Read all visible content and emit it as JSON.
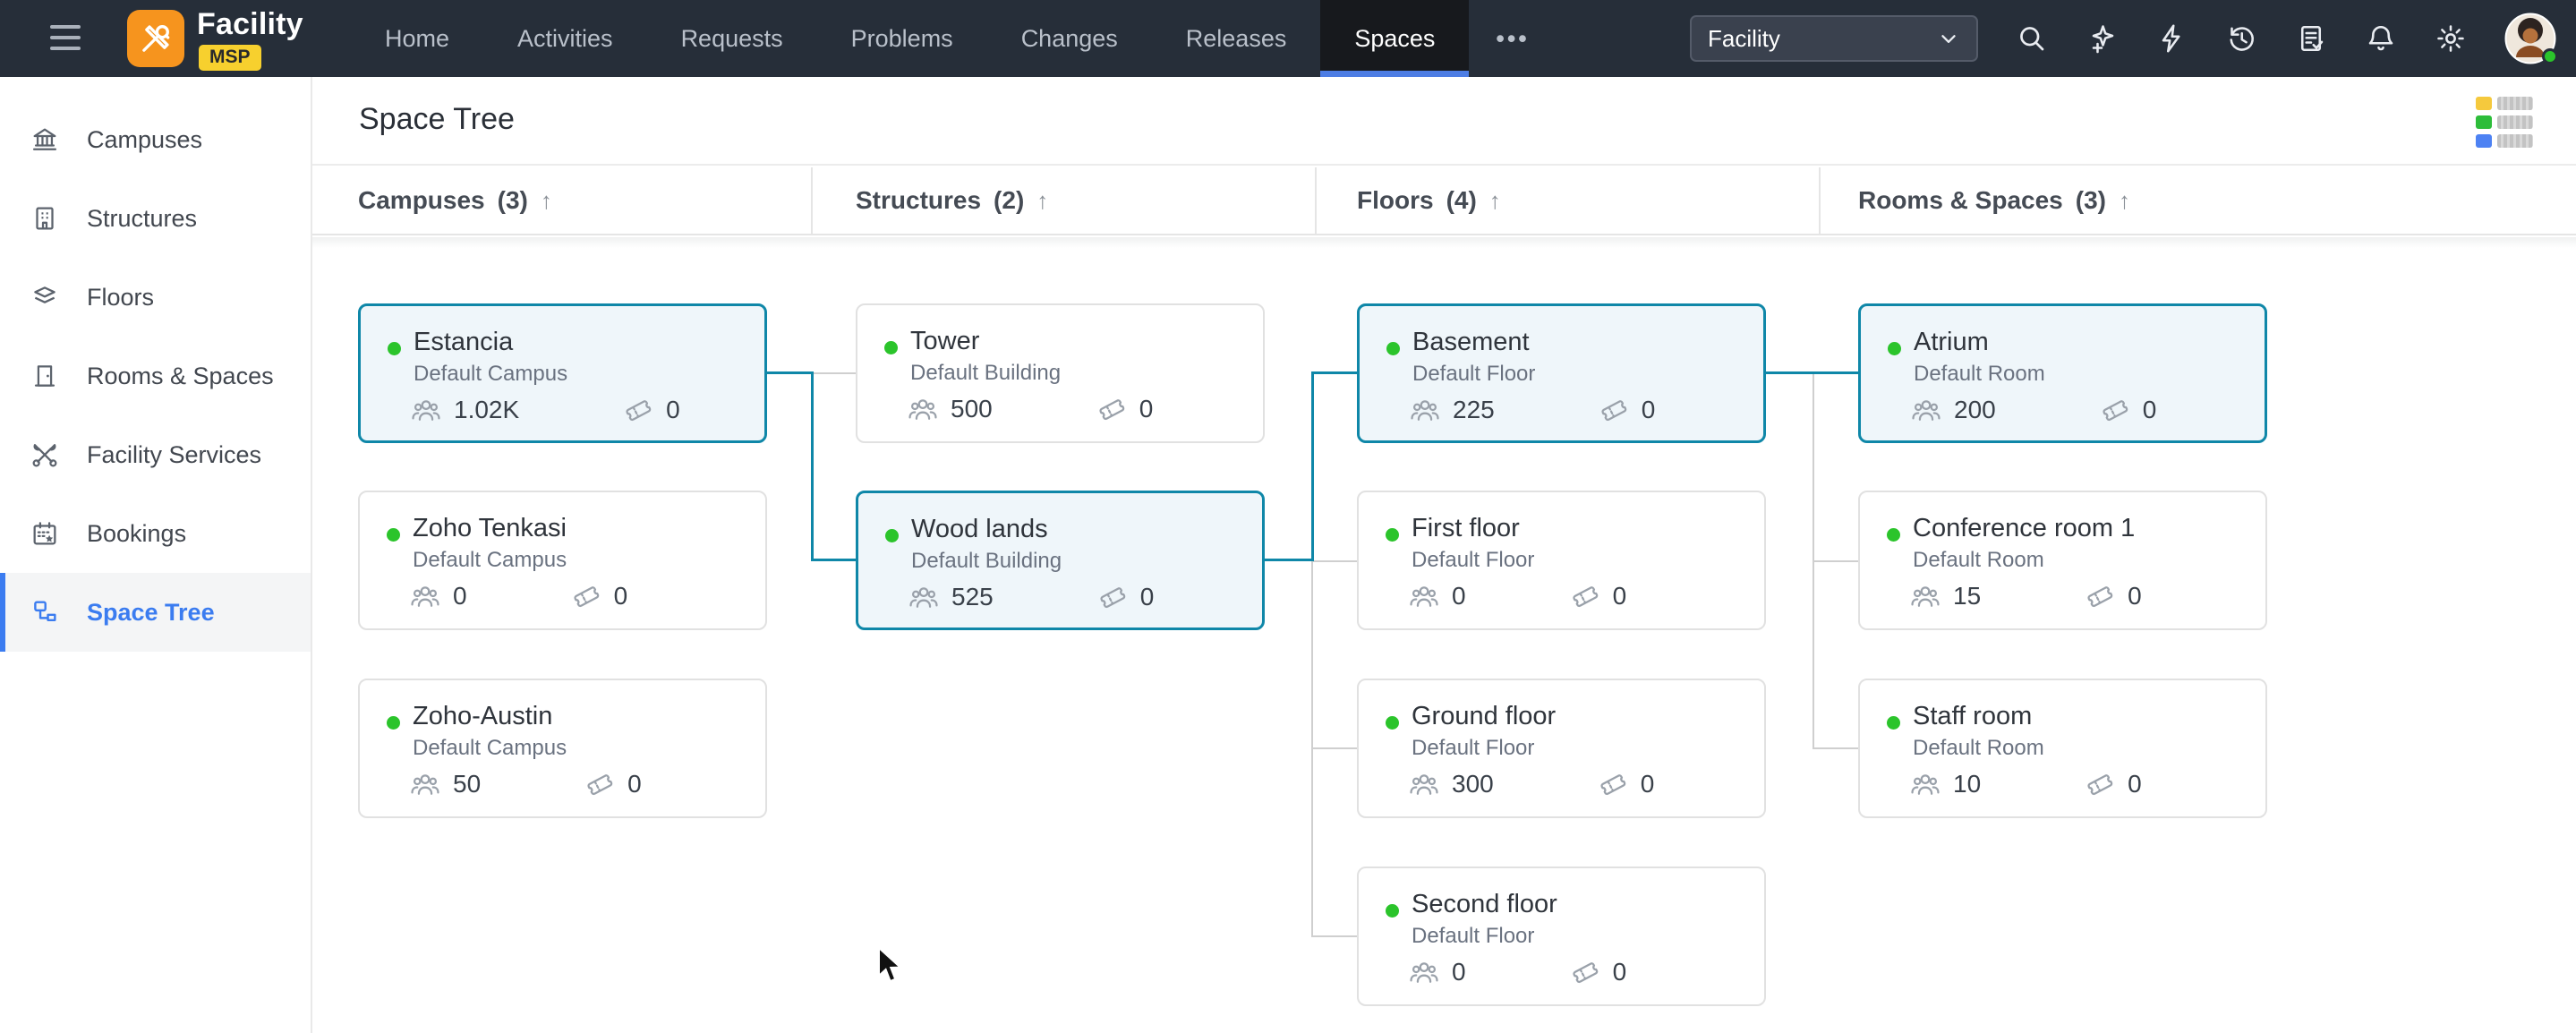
{
  "header": {
    "product": "Facility",
    "badge": "MSP",
    "nav": [
      "Home",
      "Activities",
      "Requests",
      "Problems",
      "Changes",
      "Releases",
      "Spaces",
      "•••"
    ],
    "active_tab": "Spaces",
    "portal_select": {
      "value": "Facility"
    },
    "icons": [
      "search-icon",
      "spark-add-icon",
      "quick-actions-icon",
      "history-icon",
      "approvals-icon",
      "notifications-icon",
      "settings-icon",
      "avatar"
    ]
  },
  "sidebar": {
    "items": [
      {
        "label": "Campuses",
        "icon": "campus-icon",
        "active": false
      },
      {
        "label": "Structures",
        "icon": "structure-icon",
        "active": false
      },
      {
        "label": "Floors",
        "icon": "floors-icon",
        "active": false
      },
      {
        "label": "Rooms & Spaces",
        "icon": "rooms-icon",
        "active": false
      },
      {
        "label": "Facility Services",
        "icon": "facility-services-icon",
        "active": false
      },
      {
        "label": "Bookings",
        "icon": "bookings-icon",
        "active": false
      },
      {
        "label": "Space Tree",
        "icon": "space-tree-icon",
        "active": true
      }
    ]
  },
  "page": {
    "title": "Space Tree"
  },
  "tree": {
    "columns": [
      {
        "label": "Campuses",
        "count": "(3)",
        "cards": [
          {
            "name": "Estancia",
            "type": "Default Campus",
            "occupancy": "1.02K",
            "tickets": "0",
            "selected": true,
            "status": "active"
          },
          {
            "name": "Zoho Tenkasi",
            "type": "Default Campus",
            "occupancy": "0",
            "tickets": "0",
            "selected": false,
            "status": "active"
          },
          {
            "name": "Zoho-Austin",
            "type": "Default Campus",
            "occupancy": "50",
            "tickets": "0",
            "selected": false,
            "status": "active"
          }
        ]
      },
      {
        "label": "Structures",
        "count": "(2)",
        "cards": [
          {
            "name": "Tower",
            "type": "Default Building",
            "occupancy": "500",
            "tickets": "0",
            "selected": false,
            "status": "active"
          },
          {
            "name": "Wood lands",
            "type": "Default Building",
            "occupancy": "525",
            "tickets": "0",
            "selected": true,
            "status": "active"
          }
        ]
      },
      {
        "label": "Floors",
        "count": "(4)",
        "cards": [
          {
            "name": "Basement",
            "type": "Default Floor",
            "occupancy": "225",
            "tickets": "0",
            "selected": true,
            "status": "active"
          },
          {
            "name": "First floor",
            "type": "Default Floor",
            "occupancy": "0",
            "tickets": "0",
            "selected": false,
            "status": "active"
          },
          {
            "name": "Ground floor",
            "type": "Default Floor",
            "occupancy": "300",
            "tickets": "0",
            "selected": false,
            "status": "active"
          },
          {
            "name": "Second floor",
            "type": "Default Floor",
            "occupancy": "0",
            "tickets": "0",
            "selected": false,
            "status": "active"
          }
        ]
      },
      {
        "label": "Rooms & Spaces",
        "count": "(3)",
        "cards": [
          {
            "name": "Atrium",
            "type": "Default Room",
            "occupancy": "200",
            "tickets": "0",
            "selected": true,
            "status": "active"
          },
          {
            "name": "Conference room 1",
            "type": "Default Room",
            "occupancy": "15",
            "tickets": "0",
            "selected": false,
            "status": "active"
          },
          {
            "name": "Staff room",
            "type": "Default Room",
            "occupancy": "10",
            "tickets": "0",
            "selected": false,
            "status": "active"
          }
        ]
      }
    ],
    "selected_path": [
      "Estancia",
      "Wood lands",
      "Basement",
      "Atrium"
    ]
  },
  "colors": {
    "accent_teal": "#0f87a8",
    "selected_card_bg": "#eff6fa",
    "status_green": "#2bc42b",
    "active_tab_underline": "#4d7de4",
    "sidebar_active_blue": "#3b7cf0",
    "topbar_bg": "#262e39",
    "logo_orange": "#f6941e",
    "badge_yellow": "#f7d02e",
    "connector_gray": "#cfcfcf"
  }
}
